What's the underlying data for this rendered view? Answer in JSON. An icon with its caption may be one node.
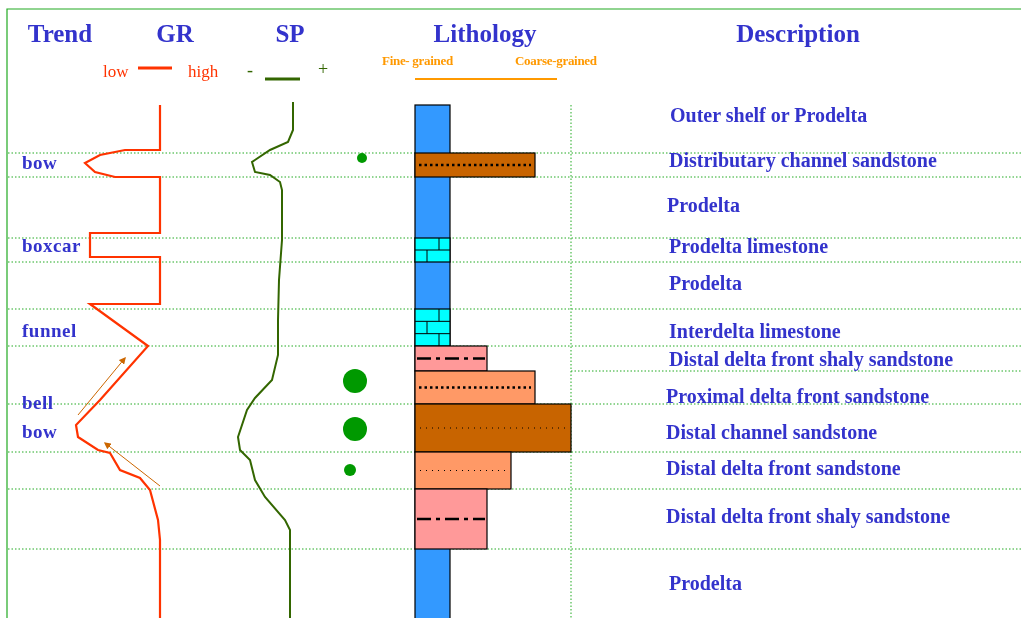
{
  "diagram": {
    "labels": [
      "Trend",
      "GR",
      "SP",
      "Lithology",
      "Description",
      "low",
      "high",
      "-",
      "+",
      "Fine- grained",
      "Coarse-grained",
      "Outer shelf or Prodelta",
      "bow",
      "Distributary channel sandstone",
      "Prodelta",
      "boxcar",
      "Prodelta limestone",
      "Prodelta",
      "funnel",
      "Interdelta limestone",
      "Distal delta front shaly sandstone",
      "Proximal delta front sandstone",
      "bell",
      "bow",
      "Distal channel sandstone",
      "Distal delta front sandstone",
      "Distal delta front shaly sandstone",
      "Prodelta"
    ]
  }
}
